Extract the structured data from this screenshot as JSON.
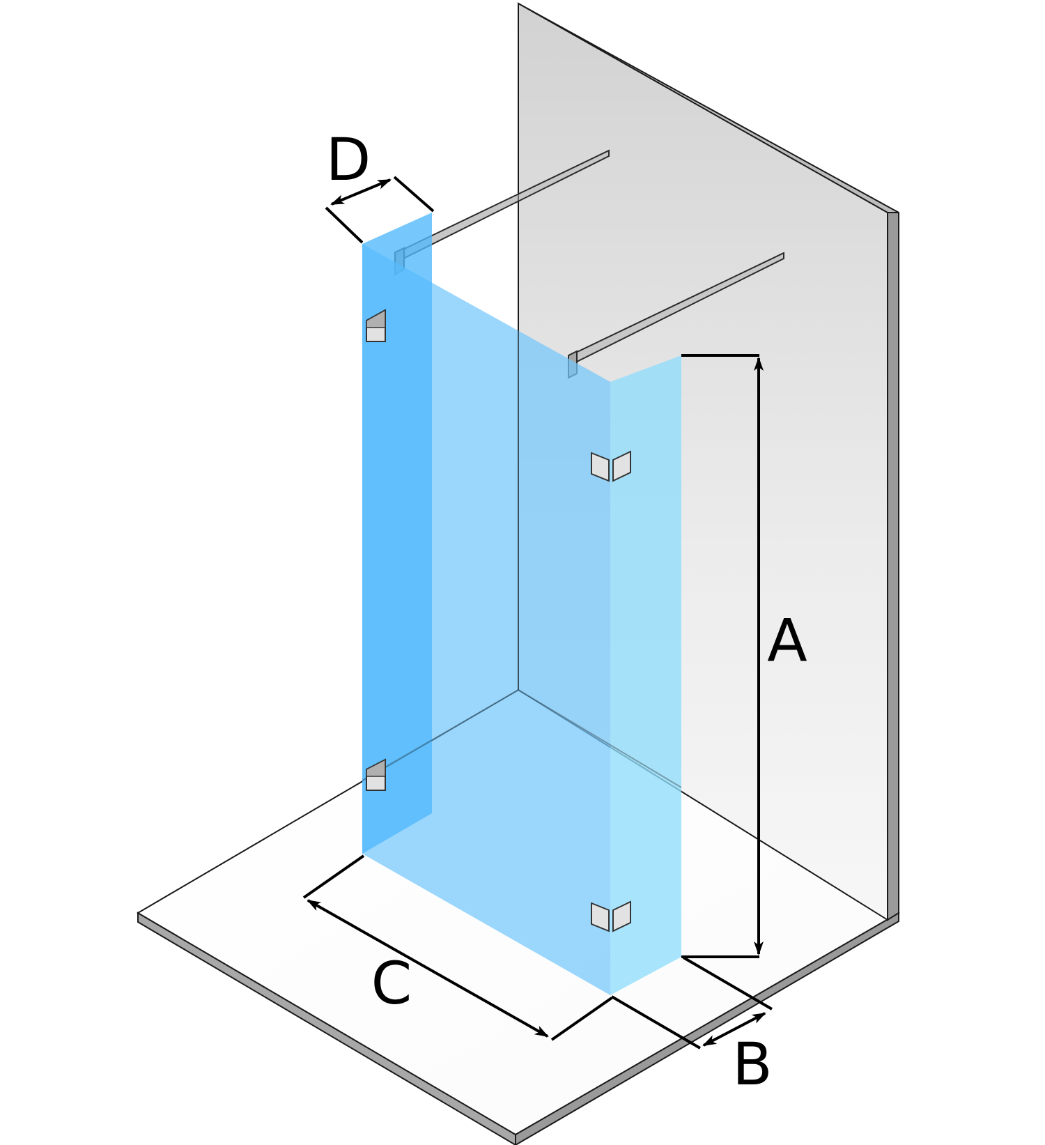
{
  "dimensions": {
    "height_label": "A",
    "side_depth_label": "B",
    "front_width_label": "C",
    "return_panel_depth_label": "D"
  },
  "colors": {
    "glass_front": "#88d2fb",
    "glass_side": "#5fc2fb",
    "glass_return": "#8fdcfb",
    "wall": "#dcdcdc",
    "wall_edge": "#9a9a9a",
    "floor_edge": "#a8a8a8",
    "outline": "#1a1a1a",
    "dimension_line": "#000000"
  },
  "components": {
    "wall_icon": "wall-panel",
    "floor_icon": "floor-slab",
    "glass_icon": "glass-panel",
    "hinge_icon": "hinge-bracket",
    "stabilizer_icon": "support-bar"
  }
}
